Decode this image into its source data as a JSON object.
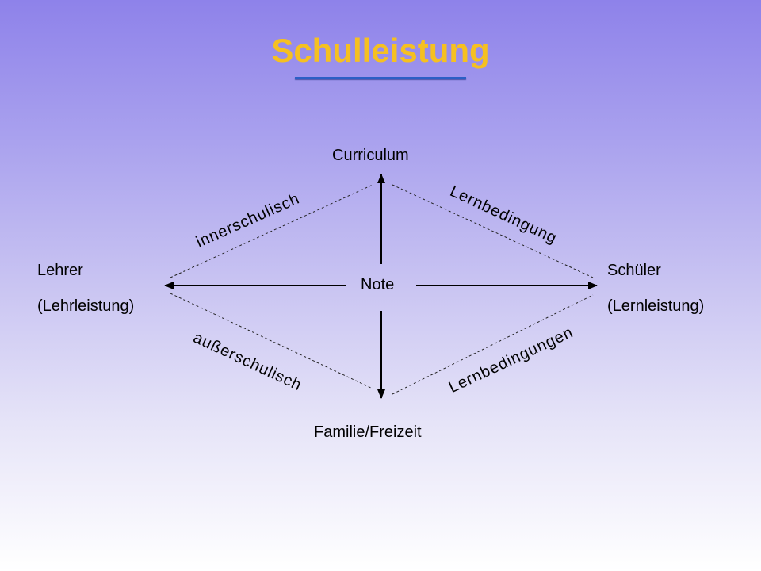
{
  "title": "Schulleistung",
  "nodes": {
    "top": "Curriculum",
    "bottom": "Familie/Freizeit",
    "center": "Note",
    "left_line1": "Lehrer",
    "left_line2": "(Lehrleistung)",
    "right_line1": "Schüler",
    "right_line2": "(Lernleistung)"
  },
  "edges": {
    "top_left": "innerschulisch",
    "top_right": "Lernbedingung",
    "bottom_left": "außerschulisch",
    "bottom_right": "Lernbedingungen"
  },
  "colors": {
    "title": "#f5c021",
    "underline": "#2b5fc6"
  }
}
